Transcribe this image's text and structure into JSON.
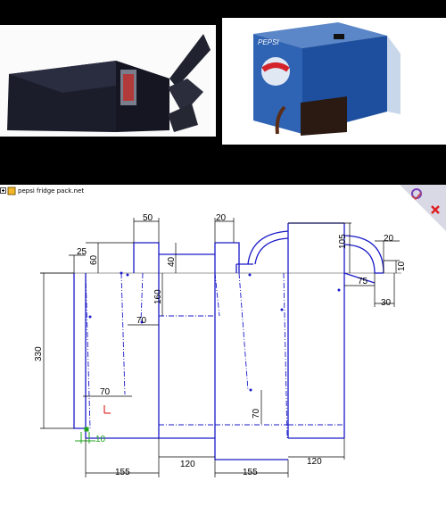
{
  "feature_tree": {
    "item_label": "pepsi fridge pack.net",
    "expand_icon": "plus-expand-icon",
    "part_icon": "part-icon"
  },
  "confirm_corner": {
    "accept_icon": "rebuild-check-icon",
    "cancel_icon": "close-x-icon"
  },
  "photos": {
    "left": "black-dispenser-box-photo",
    "right": "pepsi-printed-dispenser-box-photo",
    "brand_text": "PEPSI"
  },
  "dimensions": {
    "top_tab_width": "50",
    "small_tab_width": "20",
    "flap_height": "105",
    "flap_tip_width": "20",
    "tab_offset": "25",
    "tab_height": "60",
    "slot_depth": "40",
    "inner_height": "160",
    "arc_thickness": "10",
    "flap_reach": "75",
    "flap_base": "30",
    "panel_height": "330",
    "slot_width": "70",
    "lower_slot_width": "70",
    "lower_height": "70",
    "glue_tab": "10",
    "panel_front": "155",
    "panel_side": "120",
    "panel_back": "155",
    "panel_side_2": "120"
  },
  "colors": {
    "sketch_line": "#1a1ac8",
    "dim_line": "#000000",
    "highlight": "#1fa31f",
    "origin": "#d40000"
  }
}
